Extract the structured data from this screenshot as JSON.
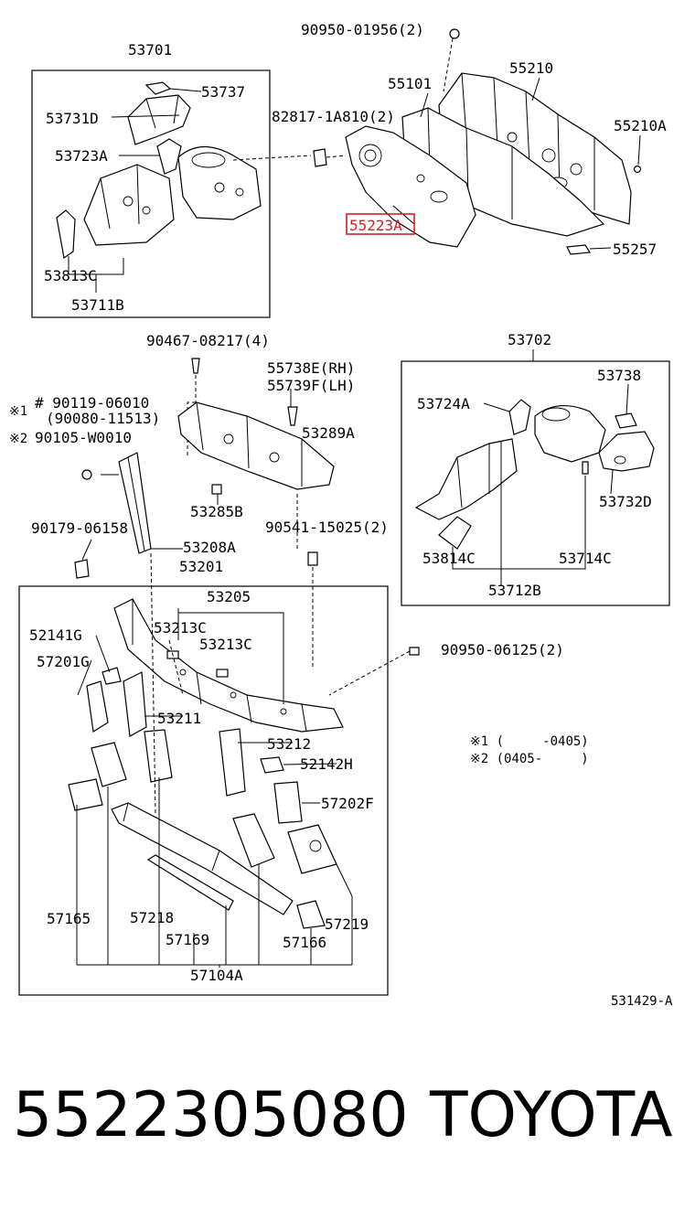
{
  "labels": {
    "l_90950_01956": "90950-01956(2)",
    "l_53701": "53701",
    "l_53737": "53737",
    "l_53731D": "53731D",
    "l_53723A": "53723A",
    "l_53813C": "53813C",
    "l_53711B": "53711B",
    "l_82817": "82817-1A810(2)",
    "l_55101": "55101",
    "l_55210": "55210",
    "l_55210A": "55210A",
    "l_55223A": "55223A",
    "l_55257": "55257",
    "l_90467": "90467-08217(4)",
    "l_55738E": "55738E(RH)",
    "l_55739F": "55739F(LH)",
    "l_mark1_a": "※1",
    "l_90119": "# 90119-06010",
    "l_90080": "(90080-11513)",
    "l_mark2_a": "※2",
    "l_90105": "90105-W0010",
    "l_53289A": "53289A",
    "l_53285B": "53285B",
    "l_90179": "90179-06158",
    "l_53208A": "53208A",
    "l_90541": "90541-15025(2)",
    "l_53201": "53201",
    "l_53702": "53702",
    "l_53738": "53738",
    "l_53724A": "53724A",
    "l_53732D": "53732D",
    "l_53814C": "53814C",
    "l_53714C": "53714C",
    "l_53712B": "53712B",
    "l_53205": "53205",
    "l_52141G": "52141G",
    "l_53213C_1": "53213C",
    "l_53213C_2": "53213C",
    "l_57201G": "57201G",
    "l_90950_06125": "90950-06125(2)",
    "l_53211": "53211",
    "l_53212": "53212",
    "l_52142H": "52142H",
    "l_57202F": "57202F",
    "l_57165": "57165",
    "l_57218": "57218",
    "l_57169": "57169",
    "l_57219": "57219",
    "l_57166": "57166",
    "l_57104A": "57104A",
    "l_note1": "※1 (     -0405)",
    "l_note2": "※2 (0405-     )",
    "l_ref": "531429-A"
  },
  "caption": {
    "part_number": "5522305080",
    "brand": "TOYOTA"
  },
  "colors": {
    "highlight": "#d0202a",
    "line": "#000000",
    "background": "#ffffff"
  }
}
